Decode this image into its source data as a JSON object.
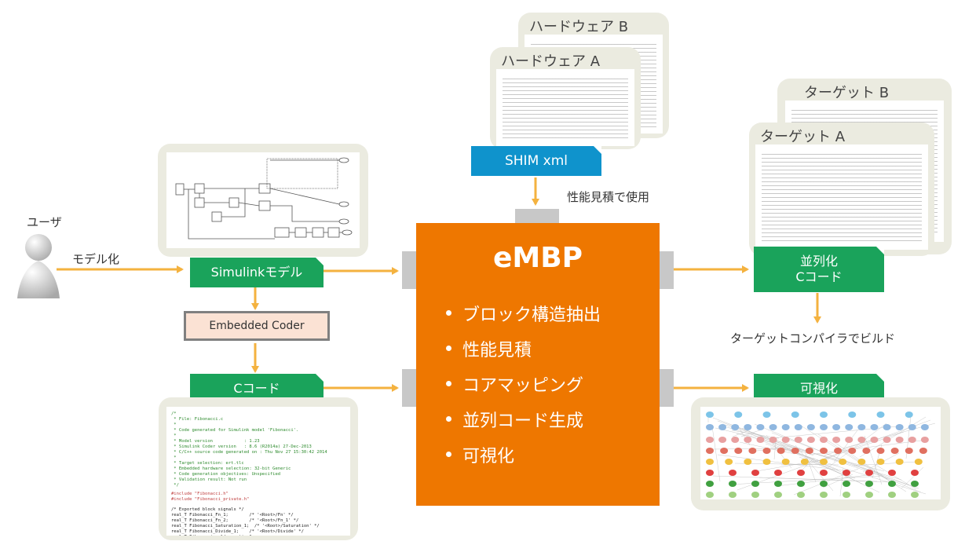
{
  "user": {
    "label": "ユーザ",
    "action": "モデル化"
  },
  "simulink": {
    "label": "Simulinkモデル"
  },
  "coder": {
    "label": "Embedded Coder"
  },
  "ccode": {
    "label": "Cコード"
  },
  "hardware": {
    "a": "ハードウェア A",
    "b": "ハードウェア B",
    "shim_label": "SHIM xml",
    "note": "性能見積で使用"
  },
  "embp": {
    "title": "eMBP",
    "features": [
      "ブロック構造抽出",
      "性能見積",
      "コアマッピング",
      "並列コード生成",
      "可視化"
    ]
  },
  "target": {
    "a": "ターゲット A",
    "b": "ターゲット B",
    "parallel_label_1": "並列化",
    "parallel_label_2": "Cコード",
    "build_note": "ターゲットコンパイラでビルド"
  },
  "visualize": {
    "label": "可視化"
  },
  "colors": {
    "orange": "#ee7700",
    "green": "#1aa35b",
    "blue": "#0f93cc",
    "arrow": "#f4b23f",
    "panel": "#ebebe0"
  }
}
